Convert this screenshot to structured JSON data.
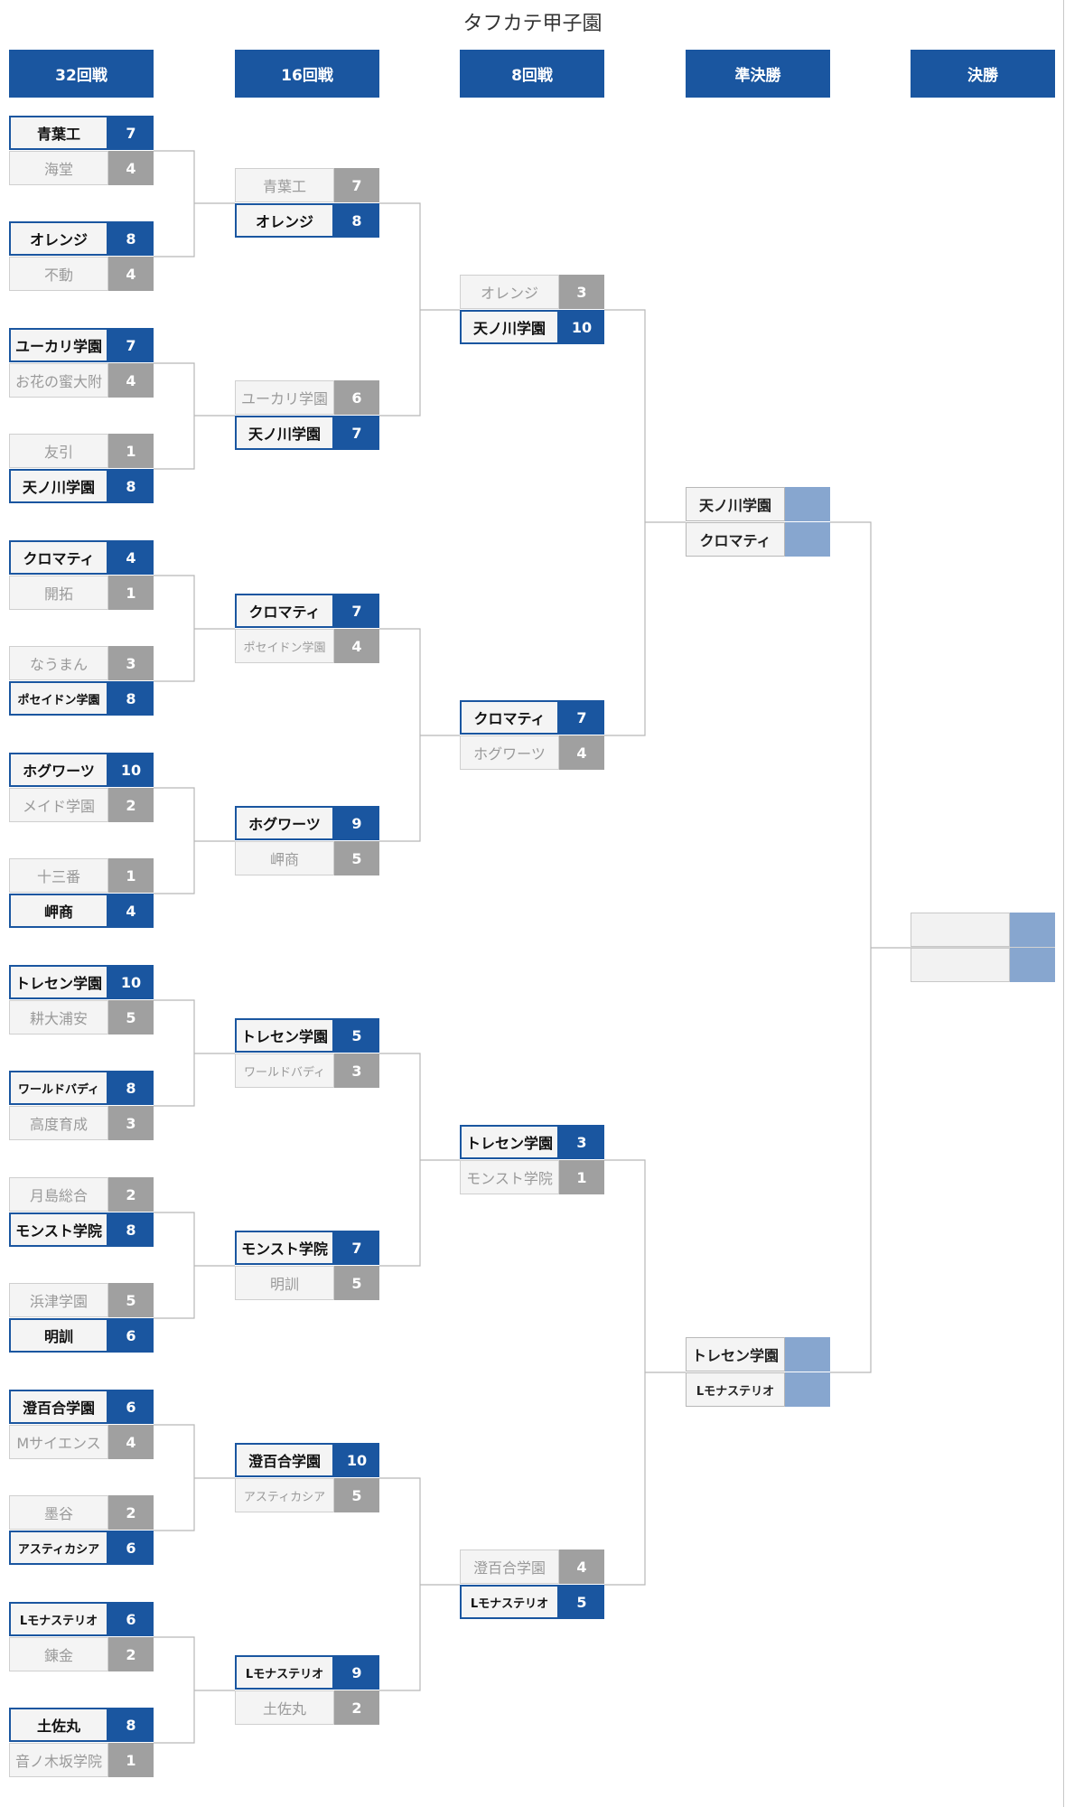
{
  "title": "タフカテ甲子園",
  "rounds": [
    "32回戦",
    "16回戦",
    "8回戦",
    "準決勝",
    "決勝"
  ],
  "r1": [
    [
      {
        "name": "青葉工",
        "score": "7",
        "win": true
      },
      {
        "name": "海堂",
        "score": "4",
        "win": false
      }
    ],
    [
      {
        "name": "オレンジ",
        "score": "8",
        "win": true
      },
      {
        "name": "不動",
        "score": "4",
        "win": false
      }
    ],
    [
      {
        "name": "ユーカリ学園",
        "score": "7",
        "win": true
      },
      {
        "name": "お花の蜜大附",
        "score": "4",
        "win": false
      }
    ],
    [
      {
        "name": "友引",
        "score": "1",
        "win": false
      },
      {
        "name": "天ノ川学園",
        "score": "8",
        "win": true
      }
    ],
    [
      {
        "name": "クロマティ",
        "score": "4",
        "win": true
      },
      {
        "name": "開拓",
        "score": "1",
        "win": false
      }
    ],
    [
      {
        "name": "なうまん",
        "score": "3",
        "win": false
      },
      {
        "name": "ポセイドン学園",
        "score": "8",
        "win": true
      }
    ],
    [
      {
        "name": "ホグワーツ",
        "score": "10",
        "win": true
      },
      {
        "name": "メイド学園",
        "score": "2",
        "win": false
      }
    ],
    [
      {
        "name": "十三番",
        "score": "1",
        "win": false
      },
      {
        "name": "岬商",
        "score": "4",
        "win": true
      }
    ],
    [
      {
        "name": "トレセン学園",
        "score": "10",
        "win": true
      },
      {
        "name": "耕大浦安",
        "score": "5",
        "win": false
      }
    ],
    [
      {
        "name": "ワールドバディ",
        "score": "8",
        "win": true
      },
      {
        "name": "高度育成",
        "score": "3",
        "win": false
      }
    ],
    [
      {
        "name": "月島総合",
        "score": "2",
        "win": false
      },
      {
        "name": "モンスト学院",
        "score": "8",
        "win": true
      }
    ],
    [
      {
        "name": "浜津学園",
        "score": "5",
        "win": false
      },
      {
        "name": "明訓",
        "score": "6",
        "win": true
      }
    ],
    [
      {
        "name": "澄百合学園",
        "score": "6",
        "win": true
      },
      {
        "name": "Mサイエンス",
        "score": "4",
        "win": false
      }
    ],
    [
      {
        "name": "墨谷",
        "score": "2",
        "win": false
      },
      {
        "name": "アスティカシア",
        "score": "6",
        "win": true
      }
    ],
    [
      {
        "name": "Lモナステリオ",
        "score": "6",
        "win": true
      },
      {
        "name": "錬金",
        "score": "2",
        "win": false
      }
    ],
    [
      {
        "name": "土佐丸",
        "score": "8",
        "win": true
      },
      {
        "name": "音ノ木坂学院",
        "score": "1",
        "win": false
      }
    ]
  ],
  "r2": [
    [
      {
        "name": "青葉工",
        "score": "7",
        "win": false
      },
      {
        "name": "オレンジ",
        "score": "8",
        "win": true
      }
    ],
    [
      {
        "name": "ユーカリ学園",
        "score": "6",
        "win": false
      },
      {
        "name": "天ノ川学園",
        "score": "7",
        "win": true
      }
    ],
    [
      {
        "name": "クロマティ",
        "score": "7",
        "win": true
      },
      {
        "name": "ポセイドン学園",
        "score": "4",
        "win": false
      }
    ],
    [
      {
        "name": "ホグワーツ",
        "score": "9",
        "win": true
      },
      {
        "name": "岬商",
        "score": "5",
        "win": false
      }
    ],
    [
      {
        "name": "トレセン学園",
        "score": "5",
        "win": true
      },
      {
        "name": "ワールドバディ",
        "score": "3",
        "win": false
      }
    ],
    [
      {
        "name": "モンスト学院",
        "score": "7",
        "win": true
      },
      {
        "name": "明訓",
        "score": "5",
        "win": false
      }
    ],
    [
      {
        "name": "澄百合学園",
        "score": "10",
        "win": true
      },
      {
        "name": "アスティカシア",
        "score": "5",
        "win": false
      }
    ],
    [
      {
        "name": "Lモナステリオ",
        "score": "9",
        "win": true
      },
      {
        "name": "土佐丸",
        "score": "2",
        "win": false
      }
    ]
  ],
  "r3": [
    [
      {
        "name": "オレンジ",
        "score": "3",
        "win": false
      },
      {
        "name": "天ノ川学園",
        "score": "10",
        "win": true
      }
    ],
    [
      {
        "name": "クロマティ",
        "score": "7",
        "win": true
      },
      {
        "name": "ホグワーツ",
        "score": "4",
        "win": false
      }
    ],
    [
      {
        "name": "トレセン学園",
        "score": "3",
        "win": true
      },
      {
        "name": "モンスト学院",
        "score": "1",
        "win": false
      }
    ],
    [
      {
        "name": "澄百合学園",
        "score": "4",
        "win": false
      },
      {
        "name": "Lモナステリオ",
        "score": "5",
        "win": true
      }
    ]
  ],
  "r4": [
    [
      {
        "name": "天ノ川学園",
        "score": "",
        "status": "pending"
      },
      {
        "name": "クロマティ",
        "score": "",
        "status": "pending"
      }
    ],
    [
      {
        "name": "トレセン学園",
        "score": "",
        "status": "pending"
      },
      {
        "name": "Lモナステリオ",
        "score": "",
        "status": "pending"
      }
    ]
  ],
  "r5": [
    [
      {
        "name": "",
        "score": "",
        "status": "empty"
      },
      {
        "name": "",
        "score": "",
        "status": "empty"
      }
    ]
  ],
  "colors": {
    "winner": "#1a56a0",
    "loser_score": "#a0a0a0",
    "pending_score": "#87a6cf",
    "line": "#b8b8b8"
  }
}
